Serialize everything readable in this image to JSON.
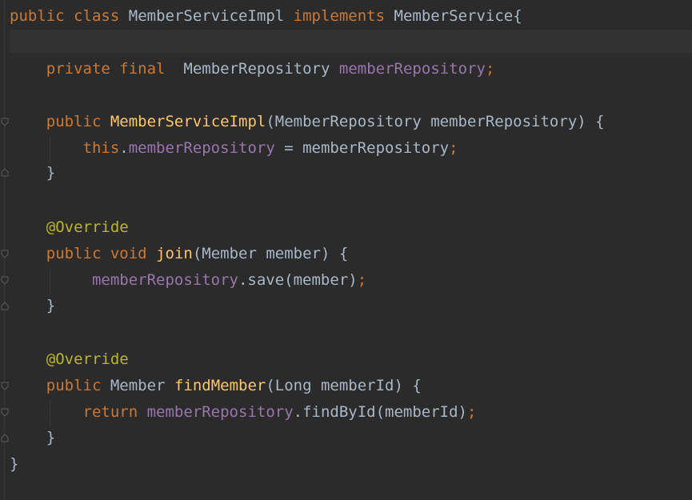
{
  "colors": {
    "background": "#2b2b2b",
    "keyword": "#cc7832",
    "field": "#9876aa",
    "method": "#ffc66d",
    "annotation": "#bbb529",
    "plain": "#a9b7c6"
  },
  "code": {
    "l1": {
      "kw1": "public",
      "kw2": "class",
      "name": "MemberServiceImpl",
      "kw3": "implements",
      "iface": "MemberService{"
    },
    "l3": {
      "kw1": "private",
      "kw2": "final",
      "type": "MemberRepository",
      "field": "memberRepository",
      "semi": ";"
    },
    "l5": {
      "kw": "public",
      "ctor": "MemberServiceImpl",
      "params": "(MemberRepository memberRepository) {"
    },
    "l6": {
      "kw": "this",
      "dot": ".",
      "field": "memberRepository",
      "rest": " = memberRepository",
      "semi": ";"
    },
    "l7": {
      "brace": "}"
    },
    "l9": {
      "ann": "@Override"
    },
    "l10": {
      "kw1": "public",
      "kw2": "void",
      "fn": "join",
      "params": "(Member member) {"
    },
    "l11": {
      "field": "memberRepository",
      "rest": ".save(member)",
      "semi": ";"
    },
    "l12": {
      "brace": "}"
    },
    "l14": {
      "ann": "@Override"
    },
    "l15": {
      "kw": "public",
      "type": "Member",
      "fn": "findMember",
      "params": "(Long memberId) {"
    },
    "l16": {
      "kw": "return",
      "field": "memberRepository",
      "rest": ".findById(memberId)",
      "semi": ";"
    },
    "l17": {
      "brace": "}"
    },
    "l18": {
      "brace": "}"
    }
  }
}
